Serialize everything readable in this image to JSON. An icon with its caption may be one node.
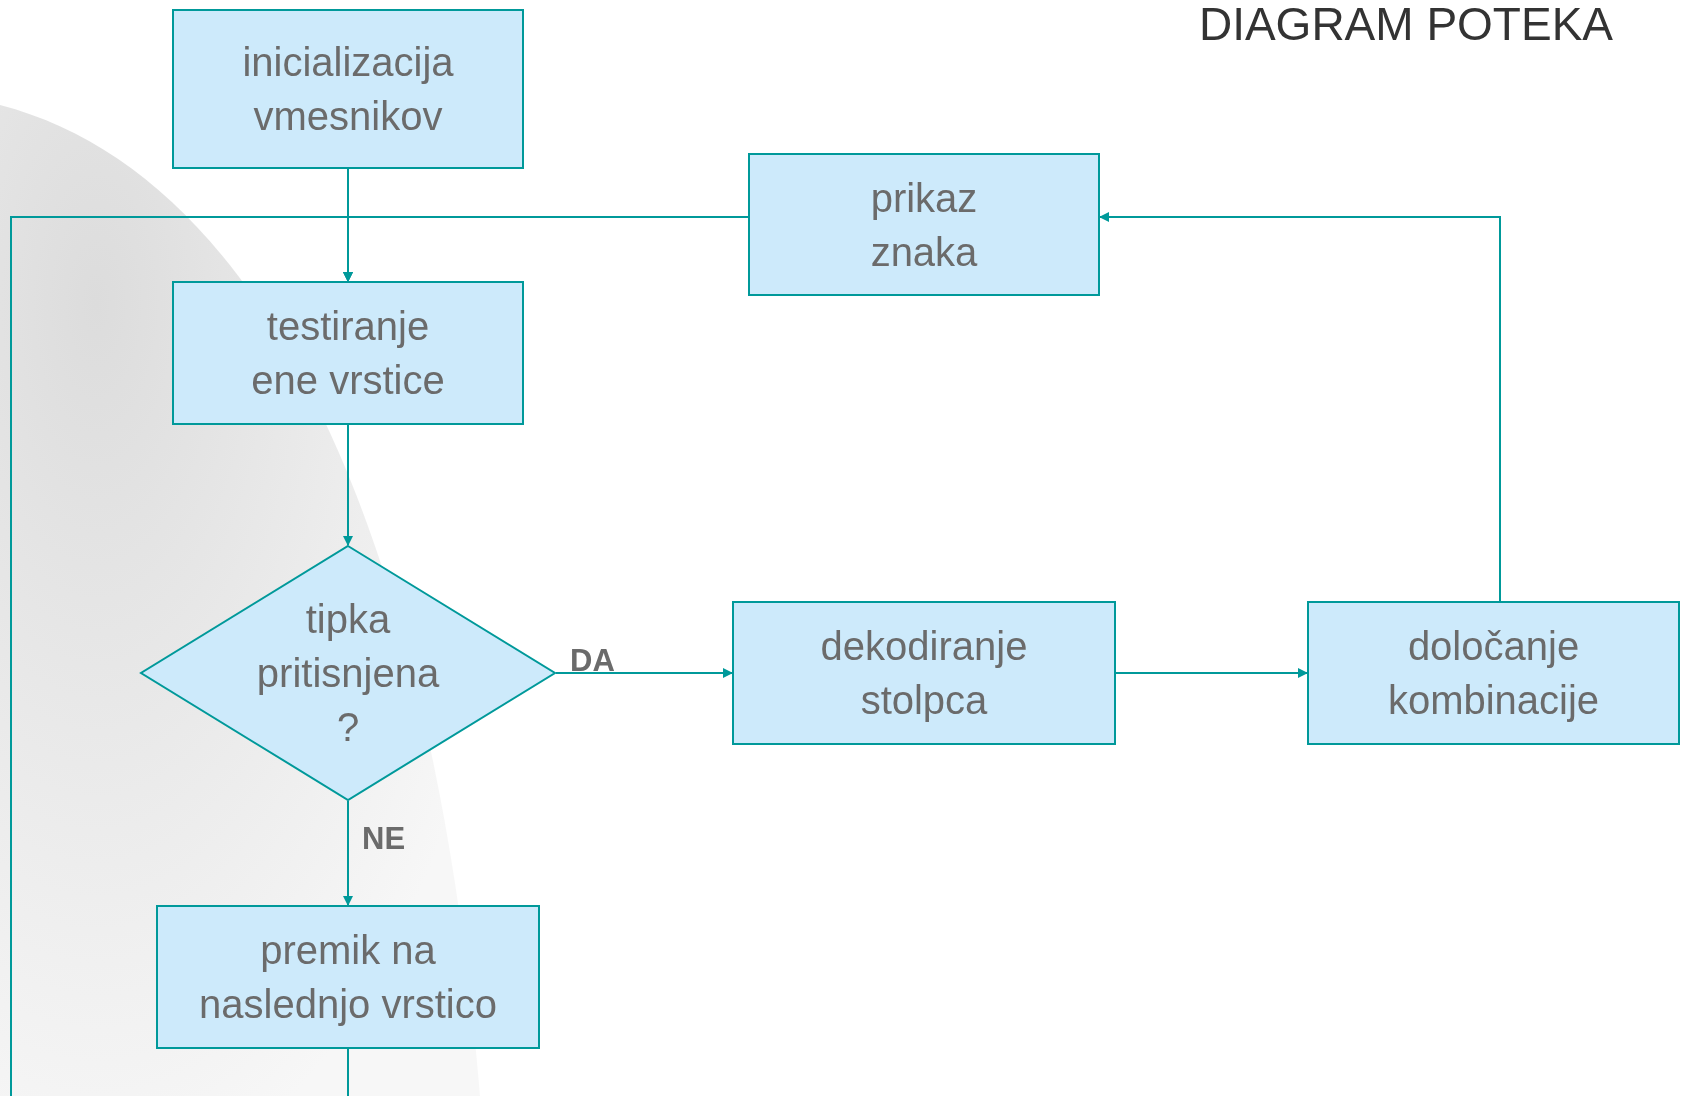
{
  "diagram": {
    "title": "DIAGRAM POTEKA",
    "nodes": [
      {
        "text": [
          "inicializacija vmesnikov"
        ]
      },
      {
        "text": [
          "prikaz znaka"
        ]
      },
      {
        "text": [
          "testiranje ene vrstice"
        ]
      },
      {
        "text": [
          "tipka pritisnjena ?"
        ]
      },
      {
        "text": [
          "dekodiranje stolpca"
        ]
      },
      {
        "text": [
          "določanje kombinacije"
        ]
      },
      {
        "text": [
          "premik na naslednjo vrstico"
        ]
      }
    ],
    "edges": [
      {
        "from": 0,
        "to": 2,
        "arrow": "to"
      },
      {
        "from": 1,
        "to": 2,
        "arrow": "to"
      },
      {
        "from": 6,
        "to": 2,
        "arrow": "to"
      },
      {
        "from": 2,
        "to": 3,
        "arrow": "to"
      },
      {
        "from": 3,
        "to": 4,
        "arrow": "to",
        "label": "DA"
      },
      {
        "from": 3,
        "to": 6,
        "arrow": "to",
        "label": "NE"
      },
      {
        "from": 4,
        "to": 5,
        "arrow": "to"
      },
      {
        "from": 5,
        "to": 1,
        "arrow": "to"
      }
    ]
  }
}
